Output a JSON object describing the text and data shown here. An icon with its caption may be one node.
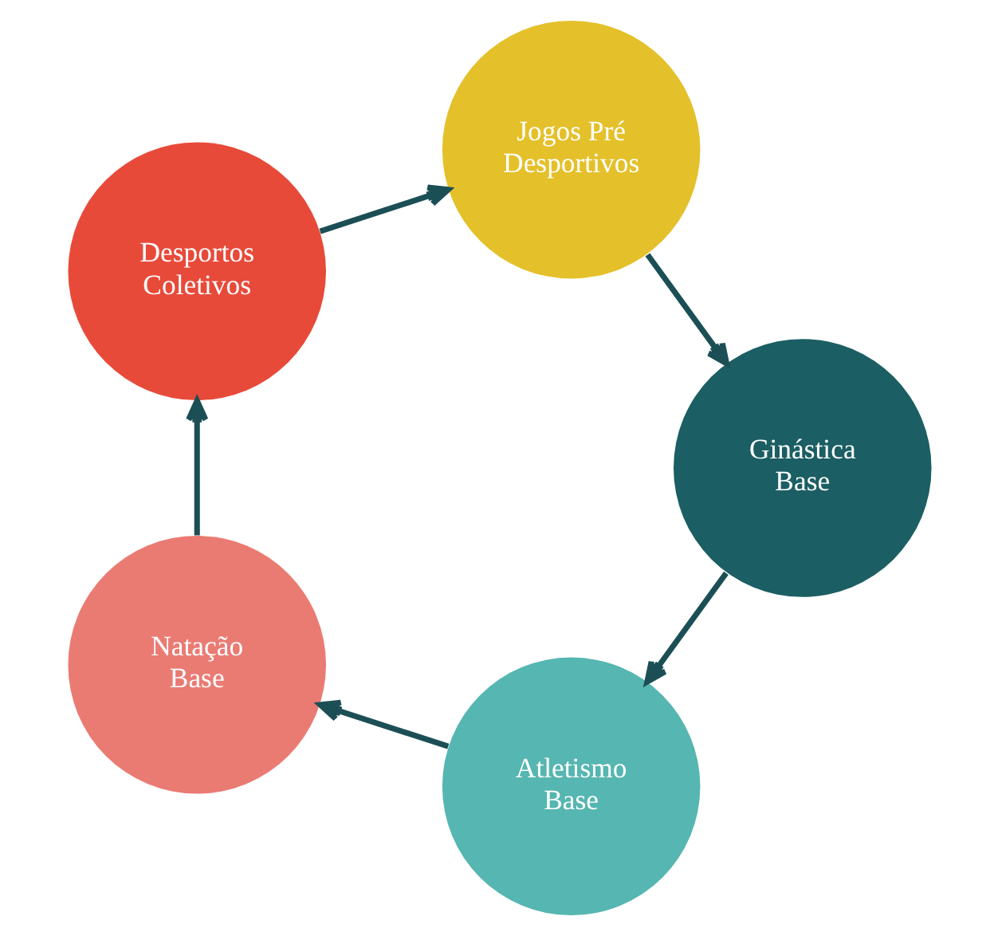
{
  "diagram": {
    "nodes": [
      {
        "text": [
          "Atletismo Base"
        ]
      },
      {
        "text": [
          "Natação Base"
        ]
      },
      {
        "text": [
          "Desportos Coletivos"
        ]
      },
      {
        "text": [
          "Jogos Pré Desportivos"
        ]
      },
      {
        "text": [
          "Ginástica Base"
        ]
      }
    ],
    "edges": [
      {
        "from": 0,
        "to": 1,
        "arrow": "to"
      },
      {
        "from": 1,
        "to": 2,
        "arrow": "to"
      },
      {
        "from": 2,
        "to": 3,
        "arrow": "to"
      },
      {
        "from": 3,
        "to": 4,
        "arrow": "to"
      },
      {
        "from": 4,
        "to": 0,
        "arrow": "to"
      }
    ]
  }
}
